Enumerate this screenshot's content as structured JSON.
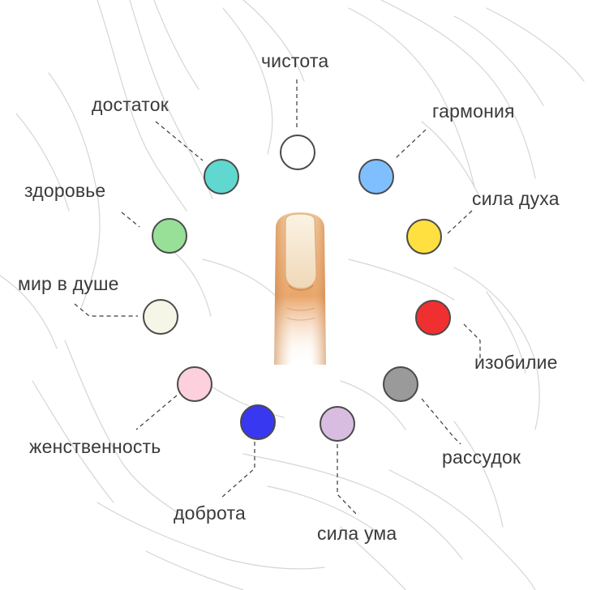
{
  "items": [
    {
      "label": "чистота",
      "color": "#ffffff"
    },
    {
      "label": "гармония",
      "color": "#7fbfff"
    },
    {
      "label": "сила духа",
      "color": "#ffe040"
    },
    {
      "label": "изобилие",
      "color": "#f03030"
    },
    {
      "label": "рассудок",
      "color": "#9a9a9a"
    },
    {
      "label": "сила ума",
      "color": "#d8bde0"
    },
    {
      "label": "доброта",
      "color": "#3838f0"
    },
    {
      "label": "женственность",
      "color": "#fcd0dc"
    },
    {
      "label": "мир в душе",
      "color": "#f6f6e8"
    },
    {
      "label": "здоровье",
      "color": "#98e098"
    },
    {
      "label": "достаток",
      "color": "#60d8d0"
    }
  ],
  "icons": {
    "background": "hands-sketch-background",
    "center": "finger-nail-illustration"
  }
}
